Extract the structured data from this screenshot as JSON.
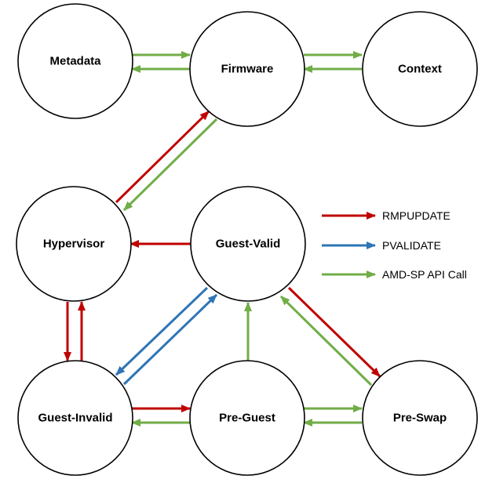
{
  "colors": {
    "rmpupdate": "#c00000",
    "pvalidate": "#2e75b6",
    "api": "#70ad47",
    "node_stroke": "#000000"
  },
  "nodes": {
    "metadata": "Metadata",
    "firmware": "Firmware",
    "context": "Context",
    "hypervisor": "Hypervisor",
    "guest_valid": "Guest-Valid",
    "guest_invalid": "Guest-Invalid",
    "pre_guest": "Pre-Guest",
    "pre_swap": "Pre-Swap"
  },
  "legend": [
    {
      "label": "RMPUPDATE",
      "color": "#c00000"
    },
    {
      "label": "PVALIDATE",
      "color": "#2e75b6"
    },
    {
      "label": "AMD-SP API Call",
      "color": "#70ad47"
    }
  ]
}
